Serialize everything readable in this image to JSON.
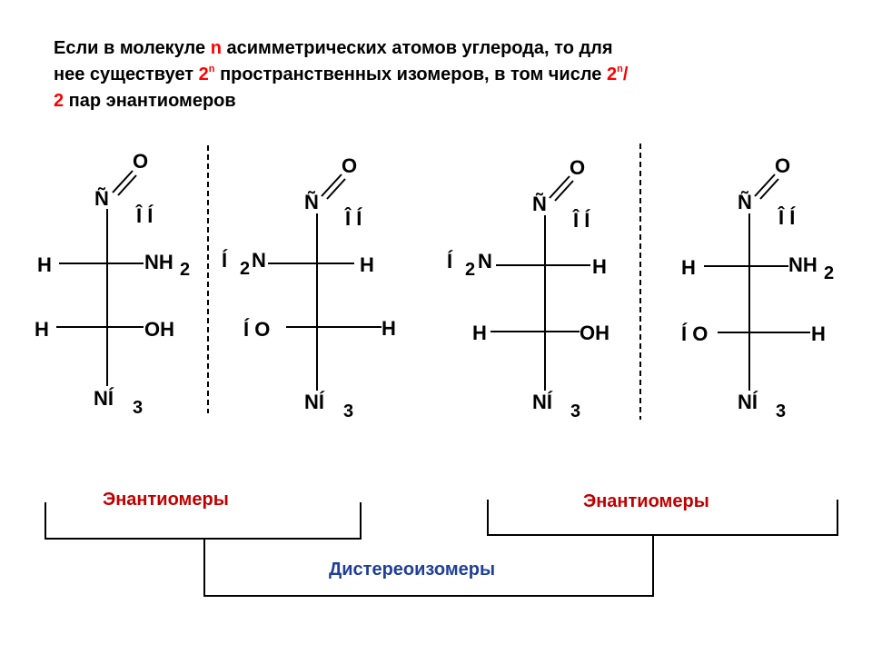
{
  "title": {
    "line1_a": "Если в молекуле ",
    "n1": "n",
    "line1_b": " асимметрических атомов углерода, то для",
    "line2_a": "нее существует ",
    "pow1_base": "2",
    "pow1_exp": "n",
    "line2_b": " пространственных изомеров, в том числе ",
    "pow2_base": "2",
    "pow2_exp": "n",
    "pow2_slash": "/",
    "line3_two": "2",
    "line3_b": "  пар энантиомеров"
  },
  "molecules": [
    {
      "top_o": "O",
      "top_c": "Ñ",
      "top_h": "Î Í",
      "row1_left": "H",
      "row1_right": "NH",
      "row1_right_sub": "2",
      "row1_left_sub": "",
      "row2_left": "H",
      "row2_right": "OH",
      "bottom": "NÍ",
      "bottom_sub": "3"
    },
    {
      "top_o": "O",
      "top_c": "Ñ",
      "top_h": "Î Í",
      "row1_left": "Í ",
      "row1_left_sub": "2",
      "row1_left_n": "N",
      "row1_right": "H",
      "row2_left": "Í O",
      "row2_right": "H",
      "bottom": "NÍ",
      "bottom_sub": "3"
    },
    {
      "top_o": "O",
      "top_c": "Ñ",
      "top_h": "Î Í",
      "row1_left": "Í ",
      "row1_left_sub": "2",
      "row1_left_n": "N",
      "row1_right": "H",
      "row2_left": "H",
      "row2_right": "OH",
      "bottom": "NÍ",
      "bottom_sub": "3"
    },
    {
      "top_o": "O",
      "top_c": "Ñ",
      "top_h": "Î Í",
      "row1_left": "H",
      "row1_right": "NH",
      "row1_right_sub": "2",
      "row2_left": "Í O",
      "row2_right": "H",
      "bottom": "NÍ",
      "bottom_sub": "3"
    }
  ],
  "labels": {
    "enantiomers_left": "Энантиомеры",
    "enantiomers_right": "Энантиомеры",
    "diastereomers": "Дистереоизомеры"
  },
  "colors": {
    "red": "#ff0000",
    "label_red": "#c00000",
    "label_blue": "#1f3f9a"
  }
}
